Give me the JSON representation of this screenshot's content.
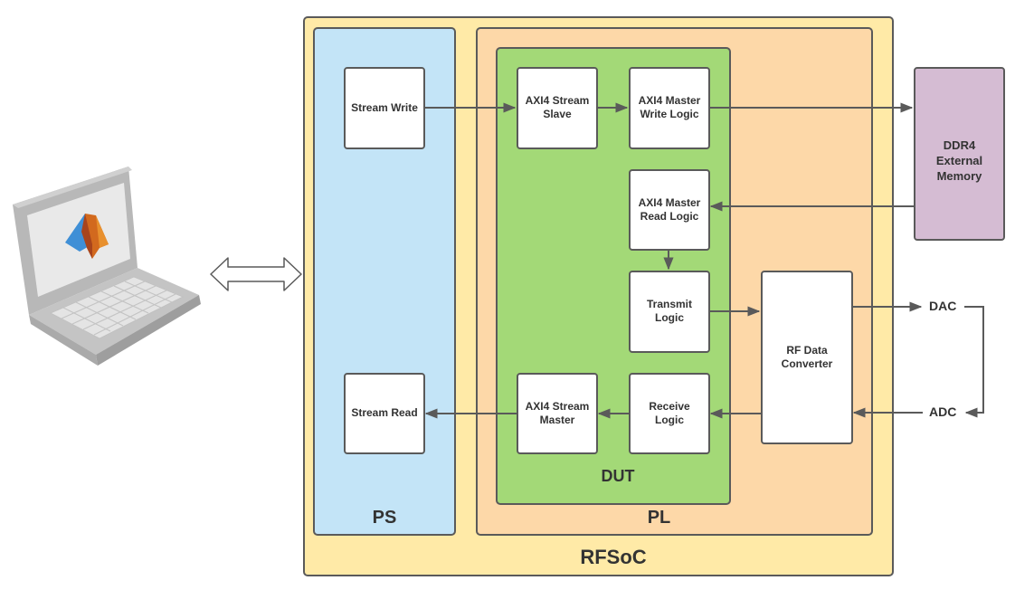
{
  "diagram": {
    "regions": {
      "rfsoc": {
        "label": "RFSoC",
        "color": "#ffeaa7"
      },
      "ps": {
        "label": "PS",
        "color": "#c3e4f7"
      },
      "pl": {
        "label": "PL",
        "color": "#fdd8a8"
      },
      "dut": {
        "label": "DUT",
        "color": "#a3d977"
      }
    },
    "blocks": {
      "stream_write": "Stream Write",
      "stream_read": "Stream Read",
      "axi4_stream_slave": "AXI4 Stream Slave",
      "axi4_master_write": "AXI4 Master Write Logic",
      "axi4_master_read": "AXI4 Master Read Logic",
      "transmit_logic": "Transmit Logic",
      "receive_logic": "Receive Logic",
      "axi4_stream_master": "AXI4 Stream Master",
      "rf_data_converter": "RF Data Converter",
      "ddr4_memory": {
        "label": "DDR4 External Memory",
        "color": "#d5bcd3"
      }
    },
    "external": {
      "dac": "DAC",
      "adc": "ADC"
    },
    "host": {
      "icon": "laptop-matlab-icon",
      "link": "bidirectional-arrow"
    },
    "connections": [
      {
        "from": "Stream Write",
        "to": "AXI4 Stream Slave"
      },
      {
        "from": "AXI4 Stream Slave",
        "to": "AXI4 Master Write Logic"
      },
      {
        "from": "AXI4 Master Write Logic",
        "to": "DDR4 External Memory"
      },
      {
        "from": "DDR4 External Memory",
        "to": "AXI4 Master Read Logic"
      },
      {
        "from": "AXI4 Master Read Logic",
        "to": "Transmit Logic"
      },
      {
        "from": "Transmit Logic",
        "to": "RF Data Converter"
      },
      {
        "from": "RF Data Converter",
        "to": "DAC"
      },
      {
        "from": "DAC",
        "to": "ADC"
      },
      {
        "from": "ADC",
        "to": "RF Data Converter"
      },
      {
        "from": "RF Data Converter",
        "to": "Receive Logic"
      },
      {
        "from": "Receive Logic",
        "to": "AXI4 Stream Master"
      },
      {
        "from": "AXI4 Stream Master",
        "to": "Stream Read"
      },
      {
        "from": "Host PC",
        "to": "RFSoC",
        "bidirectional": true
      }
    ],
    "line_color": "#5a5a5a"
  }
}
